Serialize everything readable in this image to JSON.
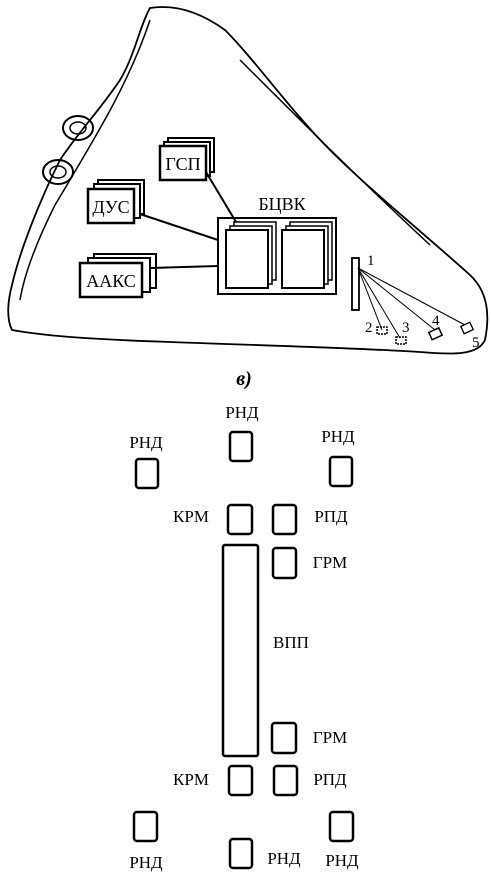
{
  "top_scheme": {
    "blocks": {
      "gsp": "ГСП",
      "dus": "ДУС",
      "aaks": "ААКС",
      "bcvk": "БЦВК"
    },
    "sensor_labels": [
      "1",
      "2",
      "3",
      "4",
      "5"
    ]
  },
  "caption": "в)",
  "airfield": {
    "rnd": "РНД",
    "krm": "КРМ",
    "rpd": "РПД",
    "grm": "ГРМ",
    "vpp": "ВПП"
  }
}
